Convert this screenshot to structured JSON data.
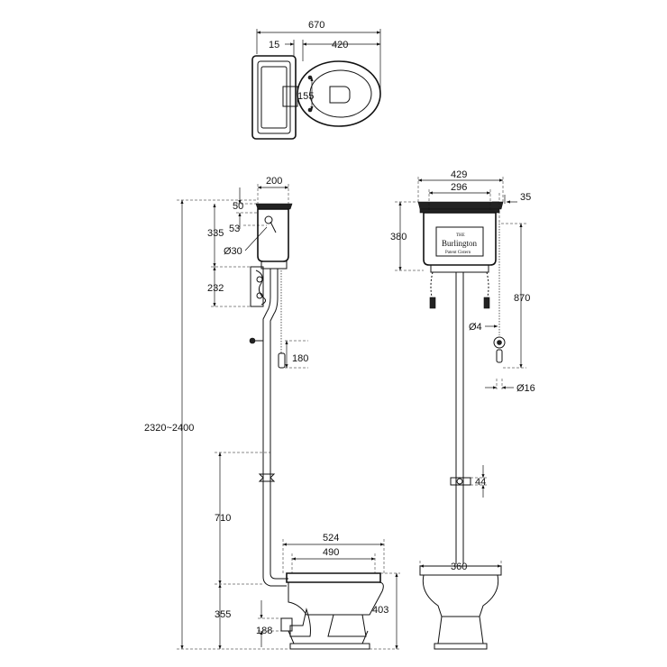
{
  "plan_view": {
    "overall_width": "670",
    "offset": "15",
    "seat_to_front": "420",
    "seat_depth": "155"
  },
  "side_view": {
    "cistern_depth": "200",
    "lid_height": "50",
    "flush_offset": "53",
    "cistern_height": "335",
    "inlet_diameter": "Ø30",
    "bracket_height": "232",
    "chain_drop": "180",
    "overall_height": "2320~2400",
    "pipe_height": "710",
    "outlet_height": "355",
    "outlet_offset": "188",
    "pan_length_outer": "524",
    "pan_length_inner": "490",
    "pan_height": "403"
  },
  "front_view": {
    "cistern_width": "429",
    "cistern_inner_width": "296",
    "side_offset": "35",
    "cistern_height": "380",
    "chain_length": "870",
    "chain_diameter": "Ø4",
    "handle_diameter": "Ø16",
    "clip_height": "44",
    "pan_width": "360"
  },
  "logo": {
    "line1": "THE",
    "line2": "Burlington",
    "line3": "Patent Cistern"
  }
}
